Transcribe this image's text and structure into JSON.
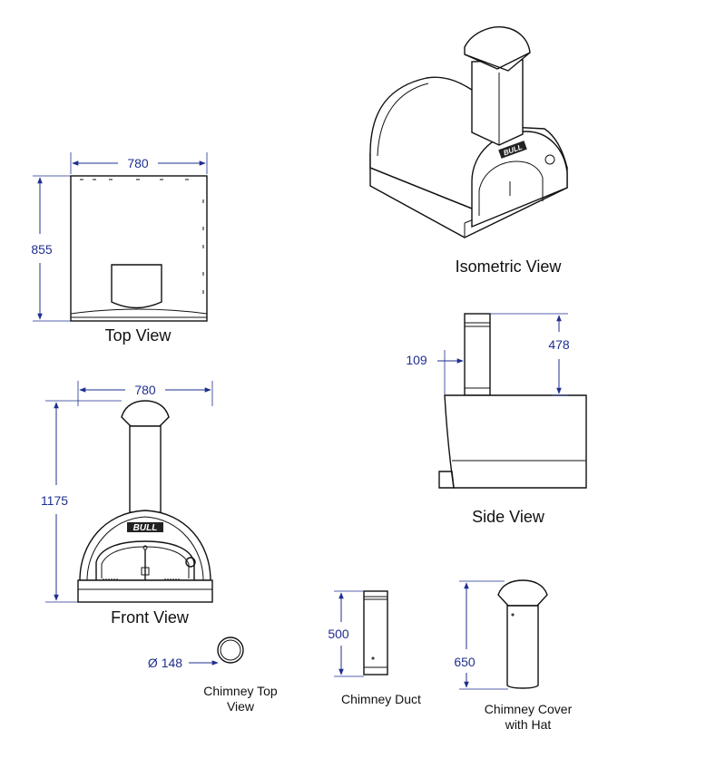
{
  "views": {
    "top": {
      "label": "Top View",
      "width_dim": "780",
      "depth_dim": "855"
    },
    "isometric": {
      "label": "Isometric View",
      "logo": "BULL"
    },
    "front": {
      "label": "Front View",
      "width_dim": "780",
      "height_dim": "1175",
      "logo": "BULL"
    },
    "side": {
      "label": "Side View",
      "offset_dim": "109",
      "chimney_dim": "478"
    },
    "chimney_top": {
      "label_line1": "Chimney Top",
      "label_line2": "View",
      "diameter_dim": "Ø 148"
    },
    "chimney_duct": {
      "label": "Chimney Duct",
      "height_dim": "500"
    },
    "chimney_cover": {
      "label_line1": "Chimney Cover",
      "label_line2": "with Hat",
      "height_dim": "650"
    }
  },
  "colors": {
    "dimension": "#1f2f8f",
    "line": "#111111"
  }
}
